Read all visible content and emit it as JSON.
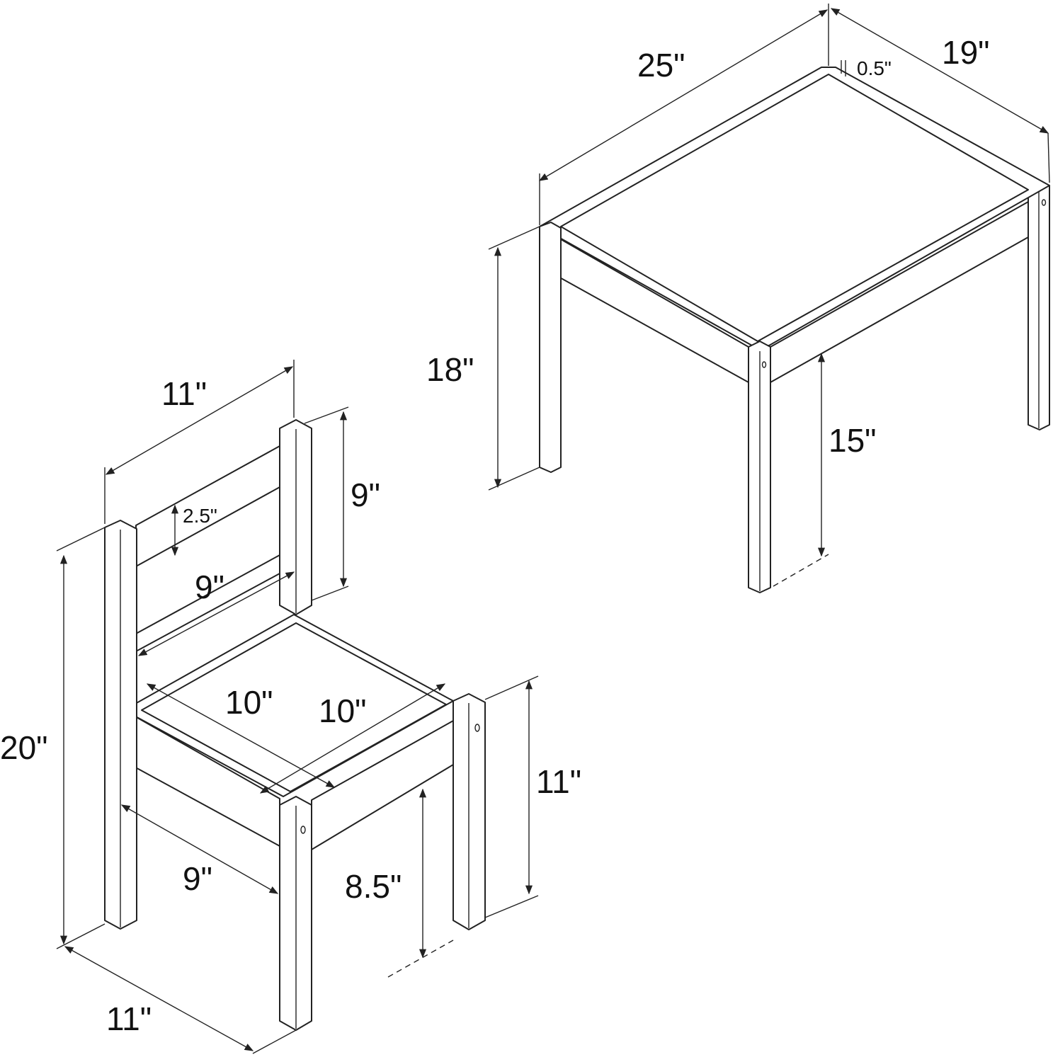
{
  "table": {
    "width": "25\"",
    "depth": "19\"",
    "top_thickness": "0.5\"",
    "height": "18\"",
    "apron_clearance": "15\""
  },
  "chair": {
    "back_width": "11\"",
    "backrest_height": "9\"",
    "slat_height": "2.5\"",
    "inner_back_width": "9\"",
    "seat_width": "10\"",
    "seat_depth": "10\"",
    "total_height": "20\"",
    "leg_spacing": "9\"",
    "base_width": "11\"",
    "apron_clearance": "8.5\"",
    "seat_height": "11\""
  }
}
